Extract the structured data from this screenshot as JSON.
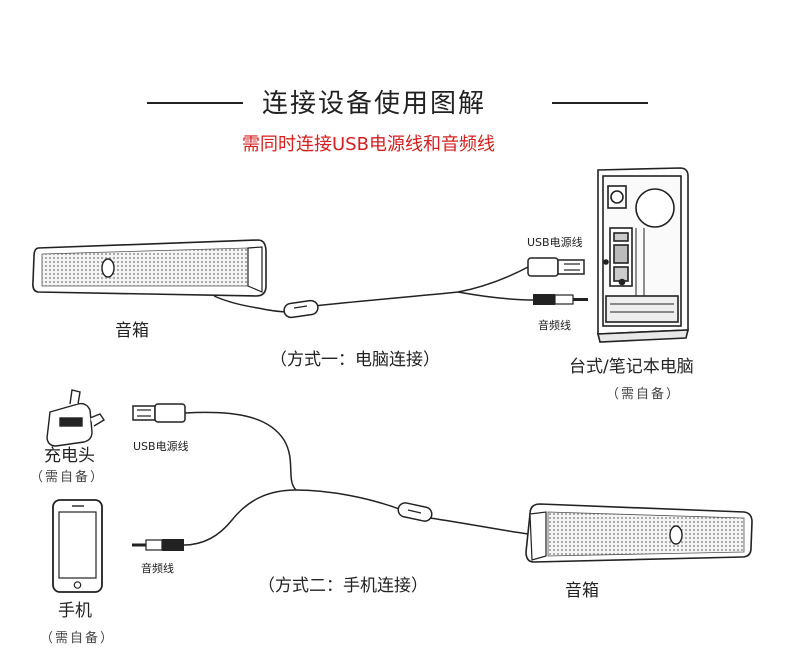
{
  "header": {
    "title": "连接设备使用图解",
    "subtitle": "需同时连接USB电源线和音频线"
  },
  "method1": {
    "caption": "（方式一：电脑连接）",
    "speaker_label": "音箱",
    "computer_label": "台式/笔记本电脑",
    "computer_note": "（需自备）",
    "usb_label": "USB电源线",
    "audio_label": "音频线"
  },
  "method2": {
    "caption": "（方式二：手机连接）",
    "speaker_label": "音箱",
    "charger_label": "充电头",
    "charger_note": "（需自备）",
    "phone_label": "手机",
    "phone_note": "（需自备）",
    "usb_label": "USB电源线",
    "audio_label": "音频线"
  }
}
